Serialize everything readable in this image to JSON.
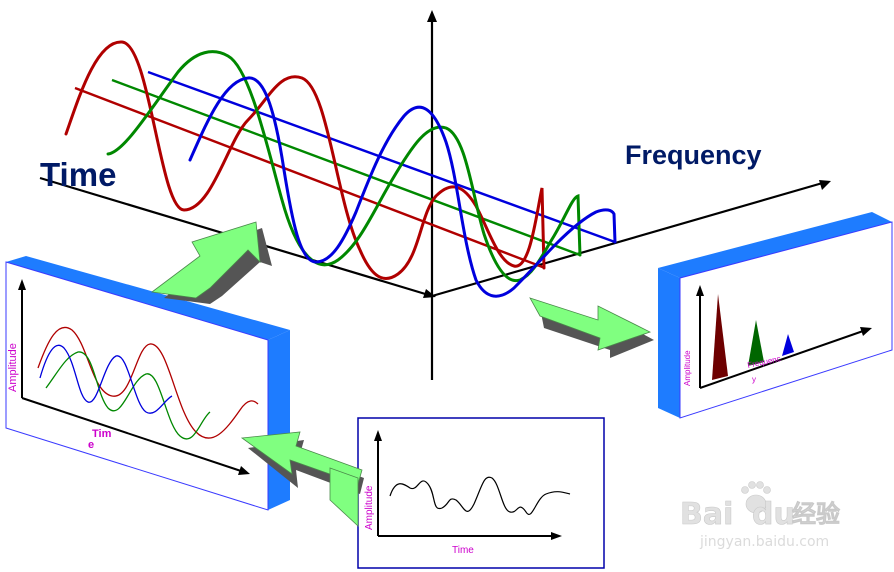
{
  "labels": {
    "time": "Time",
    "frequency": "Frequency"
  },
  "left_panel": {
    "ylabel": "Amplitude",
    "xlabel_line1": "Tim",
    "xlabel_line2": "e"
  },
  "bottom_panel": {
    "ylabel": "Amplitude",
    "xlabel": "Time"
  },
  "right_panel": {
    "ylabel": "Amplitude",
    "xlabel_line1": "Frequenc",
    "xlabel_line2": "y"
  },
  "watermark": {
    "brand_latin": "Bai",
    "brand_du": "du",
    "brand_cn": "经验",
    "url": "jingyan.baidu.com"
  },
  "colors": {
    "red": "#b00000",
    "green": "#008800",
    "blue": "#0000dd",
    "arrow_fill": "#80ff80",
    "panel_edge": "#1e7cff",
    "label_navy": "#001a66",
    "label_magenta": "#cc00cc"
  }
}
